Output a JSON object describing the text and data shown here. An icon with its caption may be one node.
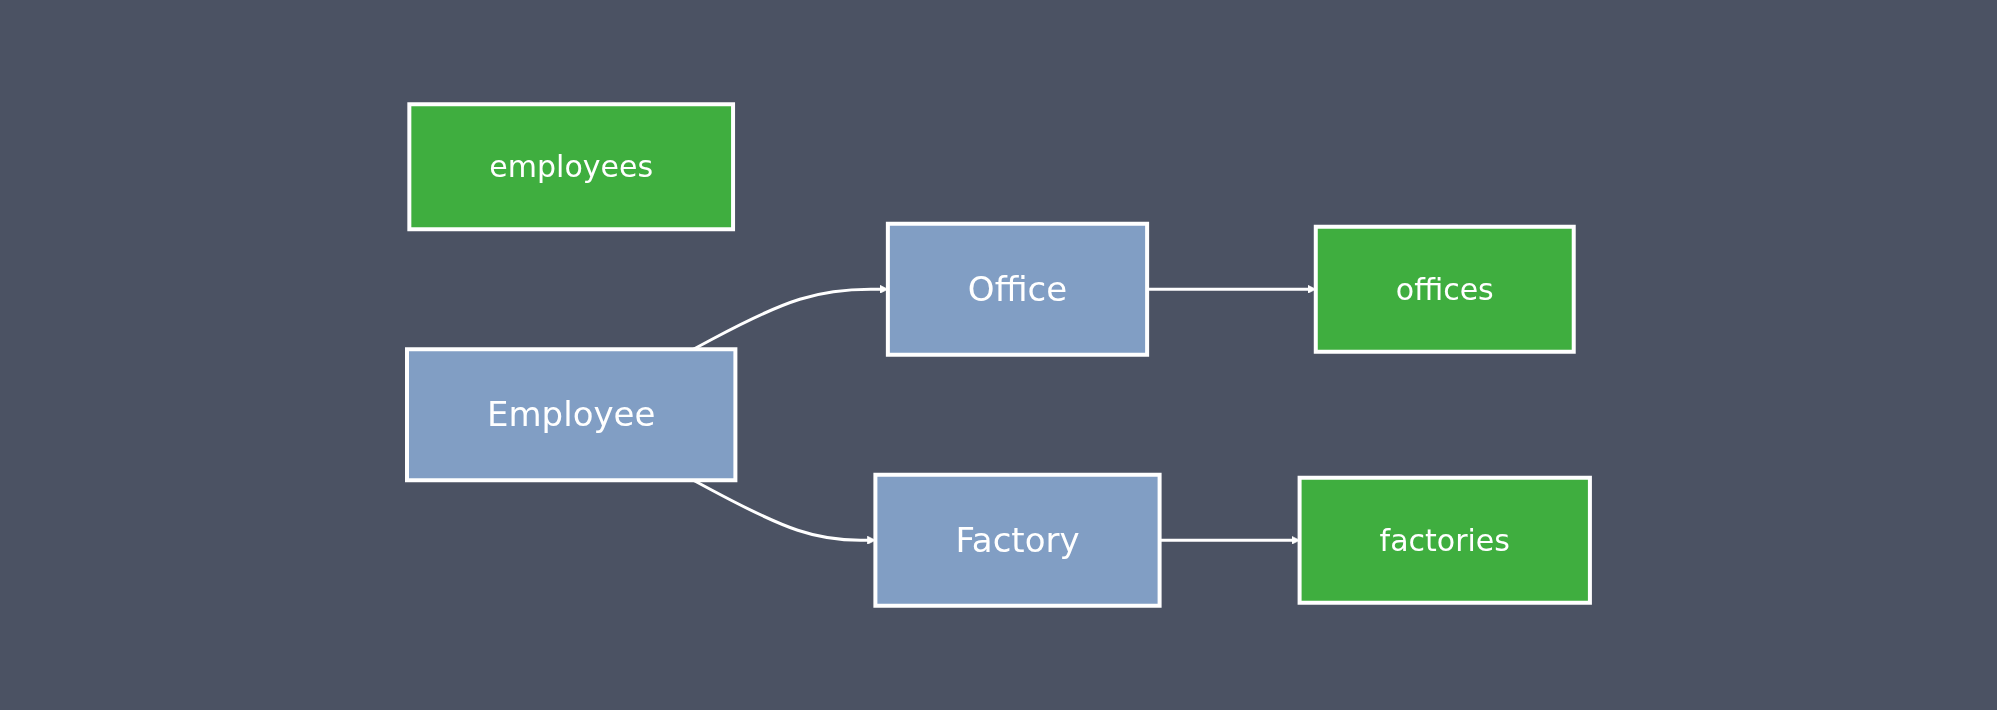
{
  "diagram": {
    "nodes": [
      {
        "text": [
          "employees"
        ]
      },
      {
        "text": [
          "Employee"
        ]
      },
      {
        "text": [
          "Office"
        ]
      },
      {
        "text": [
          "offices"
        ]
      },
      {
        "text": [
          "Factory"
        ]
      },
      {
        "text": [
          "factories"
        ]
      }
    ],
    "edges": [
      {
        "from": 1,
        "to": 2,
        "arrow": "to"
      },
      {
        "from": 1,
        "to": 4,
        "arrow": "to"
      },
      {
        "from": 2,
        "to": 3,
        "arrow": "to"
      },
      {
        "from": 4,
        "to": 5,
        "arrow": "to"
      }
    ]
  }
}
